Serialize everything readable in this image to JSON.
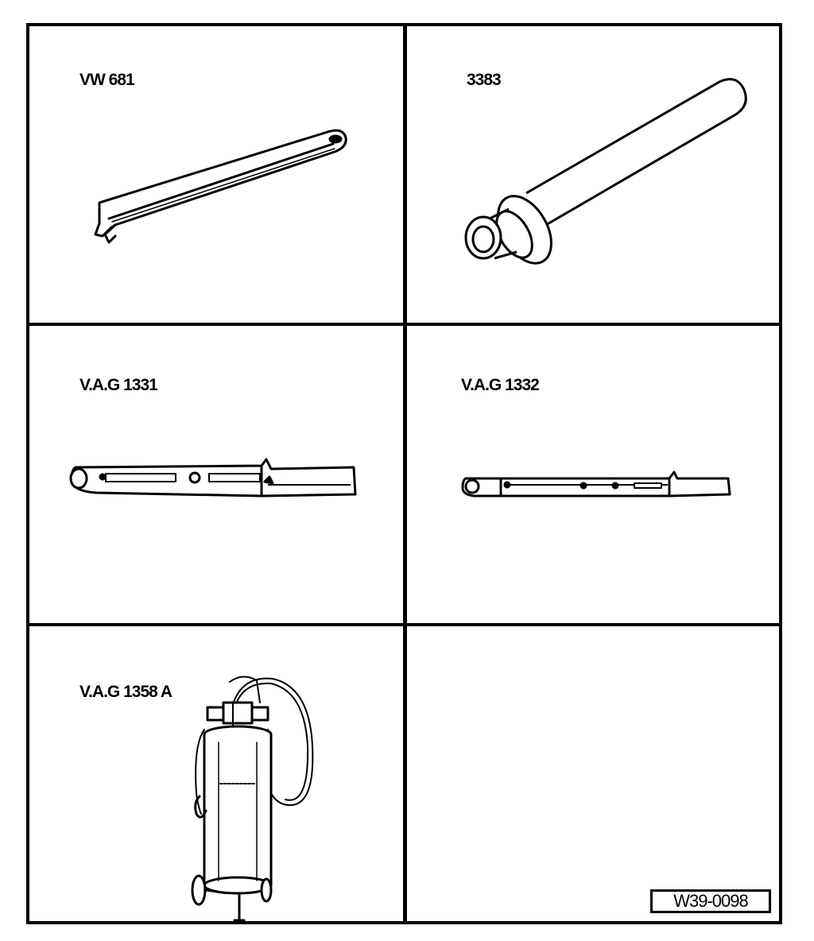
{
  "tools": [
    {
      "label": "VW 681",
      "icon": "pin-wrench-icon"
    },
    {
      "label": "3383",
      "icon": "bushing-drift-icon"
    },
    {
      "label": "V.A.G 1331",
      "icon": "torque-wrench-large-icon"
    },
    {
      "label": "V.A.G 1332",
      "icon": "torque-wrench-small-icon"
    },
    {
      "label": "V.A.G 1358 A",
      "icon": "fluid-extractor-icon"
    }
  ],
  "figure_code": "W39-0098"
}
